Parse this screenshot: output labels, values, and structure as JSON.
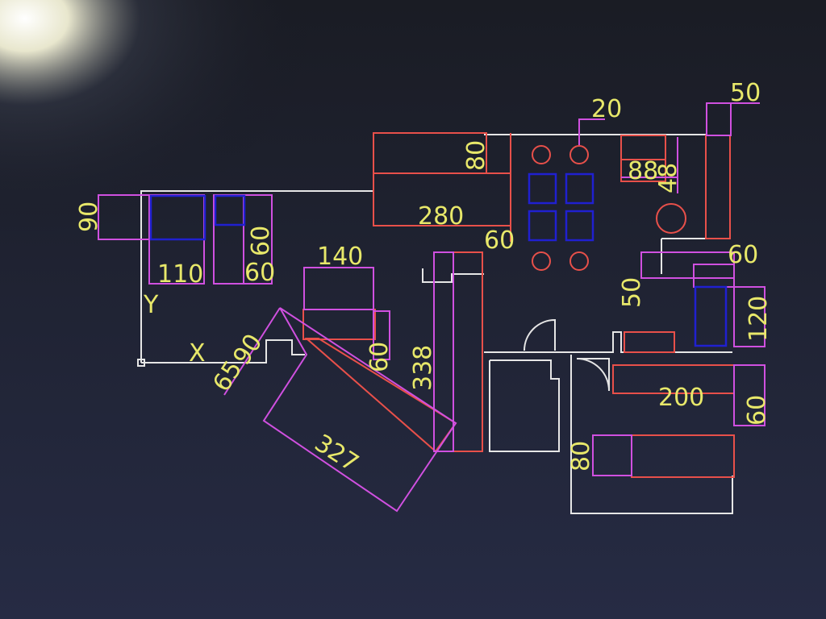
{
  "drawing": {
    "axis": {
      "x_label": "X",
      "y_label": "Y"
    },
    "dimensions": {
      "d90_left": "90",
      "d110": "110",
      "d60_a": "60",
      "d60_b": "60",
      "d140": "140",
      "d280": "280",
      "d80_top": "80",
      "d60_c": "60",
      "d338": "338",
      "d60_d": "60",
      "d90_rot": "90",
      "d65": "65",
      "d327": "327",
      "d20": "20",
      "d88": "88",
      "d48": "48",
      "d50_top": "50",
      "d60_e": "60",
      "d50_mid": "50",
      "d120": "120",
      "d200": "200",
      "d60_f": "60",
      "d80_bottom": "80"
    },
    "colors": {
      "wall": "#e6e6e6",
      "furniture": "#e8504a",
      "dimension": "#d050e0",
      "block": "#2020d0",
      "text": "#e8e86a"
    }
  }
}
